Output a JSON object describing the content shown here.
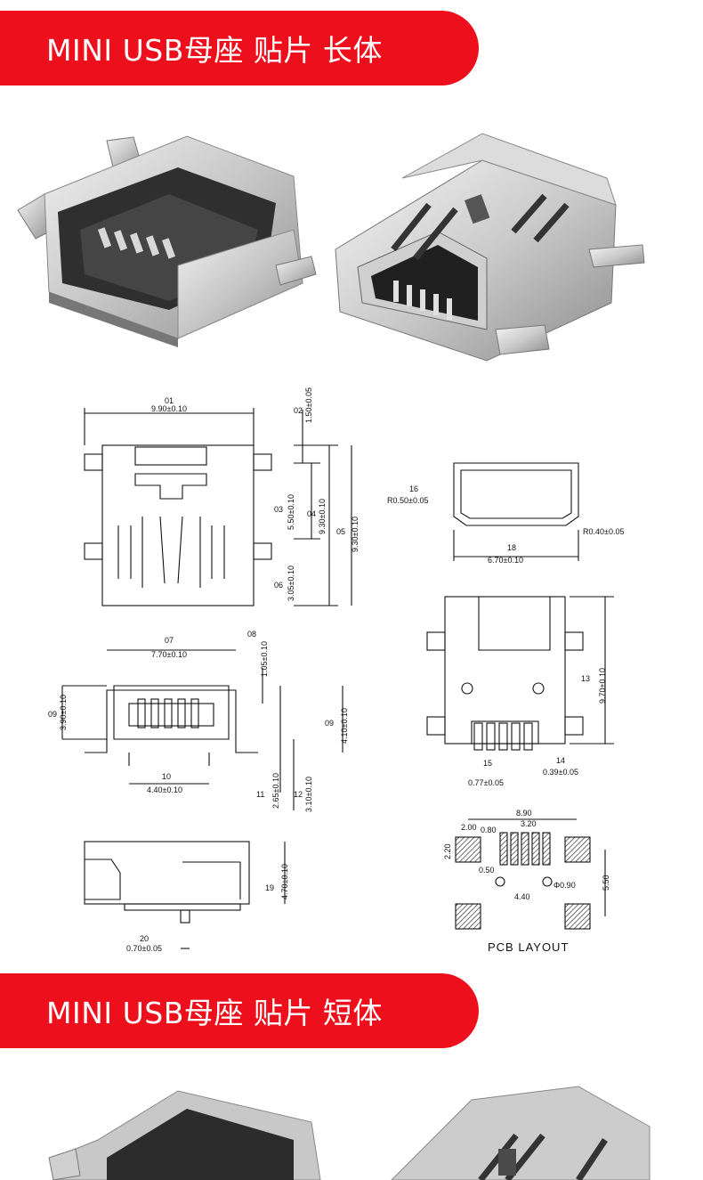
{
  "banners": {
    "long_title": "MINI USB母座 贴片 长体",
    "short_title": "MINI USB母座 贴片 短体"
  },
  "drawing": {
    "top_view": {
      "w_label": "01",
      "w": "9.90±0.10",
      "tab_label": "02",
      "tab": "1.50±0.05",
      "a_label": "03",
      "a": "5.50±0.10",
      "b_label": "04",
      "b": "9.30±0.10",
      "c_label": "05",
      "c": "9.30±0.10",
      "d_label": "06",
      "d": "3.05±0.10"
    },
    "opening": {
      "r1_label": "16",
      "r1": "R0.50±0.05",
      "r2": "R0.40±0.05",
      "w_label": "18",
      "w": "6.70±0.10"
    },
    "front_view": {
      "w_label": "07",
      "w": "7.70±0.10",
      "t_label": "08",
      "t": "1.05±0.10",
      "h_label": "09",
      "h": "3.90±0.10",
      "h2_label": "09",
      "h2": "4.10±0.10",
      "p_label": "10",
      "p": "4.40±0.10",
      "q_label": "11",
      "q": "2.65±0.10",
      "r_label": "12",
      "r": "3.10±0.10"
    },
    "bottom_view": {
      "l_label": "13",
      "l": "9.70±0.10",
      "pitch_label": "15",
      "pitch": "0.77±0.05",
      "pin_label": "14",
      "pin": "0.39±0.05"
    },
    "side_view": {
      "h_label": "19",
      "h": "4.70±0.10",
      "pin_label": "20",
      "pin": "0.70±0.05"
    },
    "pcb": {
      "title": "PCB LAYOUT",
      "w": "8.90",
      "pitch": "3.20",
      "pad_w": "2.00",
      "pad_g": "0.80",
      "pad_h": "2.20",
      "pin": "0.50",
      "hole_gap": "4.40",
      "hole": "Φ0.90",
      "side": "5.50"
    }
  }
}
